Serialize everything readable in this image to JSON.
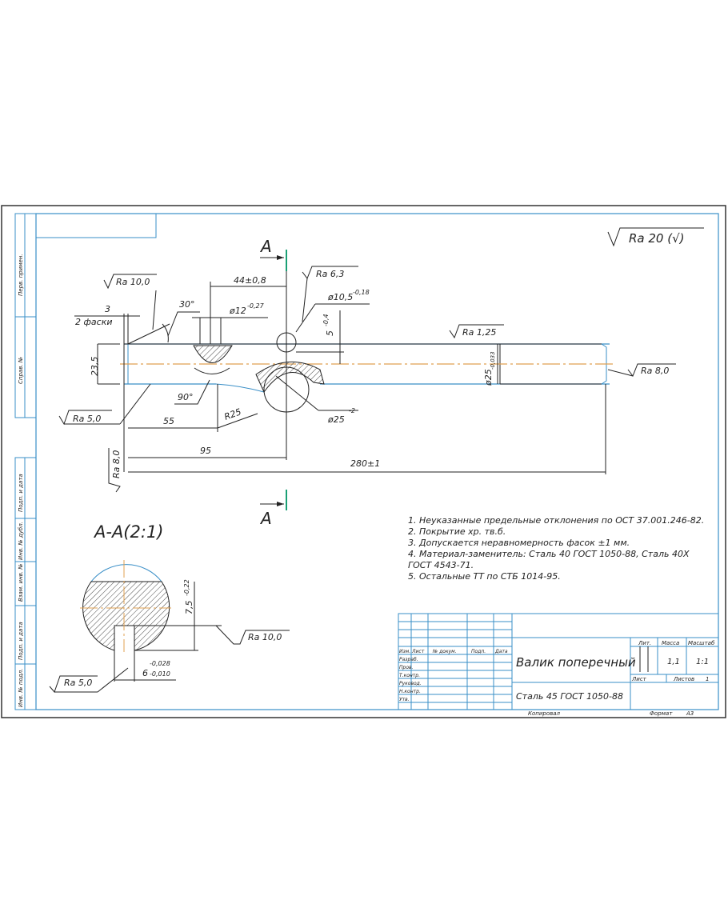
{
  "drawing": {
    "title": "Валик поперечный",
    "material": "Сталь 45 ГОСТ 1050-88",
    "roughness_default": "Ra 20 (√)",
    "section_label": "А-А(2:1)",
    "section_letter": "А",
    "copied_label": "Копировал",
    "format_label": "Формат",
    "format_value": "А3"
  },
  "side_stamp": [
    "Перв. примен.",
    "Справ. №",
    "Подп. и дата",
    "Инв. № дубл.",
    "Взам. инв. №",
    "Подп. и дата",
    "Инв. № подл."
  ],
  "dimensions": {
    "chamfer_count": "3",
    "chamfer_note": "2 фаски",
    "angle30": "30°",
    "angle90": "90°",
    "d44": "44±0,8",
    "d12": "ø12",
    "d12_tol": "-0,27",
    "d10_5": "ø10,5",
    "d10_5_tol": "-0,18",
    "d5": "5",
    "d5_tol": "-0,4",
    "h23_5": "23,5",
    "r25": "R25",
    "d25_hole": "ø25",
    "d25_hole_tol": "-2",
    "d25_shaft": "ø25",
    "d25_shaft_tol": "-0,033",
    "d55": "55",
    "d95": "95",
    "d280": "280±1",
    "s7_5": "7,5",
    "s7_5_tol": "-0,22",
    "s6": "6",
    "s6_tol_up": "-0,028",
    "s6_tol_low": "-0,010"
  },
  "roughness": {
    "ra10_top": "Ra 10,0",
    "ra6_3": "Ra 6,3",
    "ra1_25": "Ra 1,25",
    "ra8_end": "Ra 8,0",
    "ra5_left": "Ra 5,0",
    "ra8_vertical": "Ra 8,0",
    "ra10_section": "Ra 10,0",
    "ra5_section": "Ra 5,0"
  },
  "notes": [
    "1. Неуказанные предельные отклонения по ОСТ 37.001.246-82.",
    "2. Покрытие хр. тв.б.",
    "3. Допускается неравномерность фасок ±1 мм.",
    "4. Материал-заменитель: Сталь 40 ГОСТ 1050-88, Сталь 40Х",
    "ГОСТ 4543-71.",
    "5. Остальные ТТ по СТБ 1014-95."
  ],
  "title_block": {
    "headers": [
      "Изм.",
      "Лист",
      "№ докум.",
      "Подп.",
      "Дата"
    ],
    "roles": [
      "Разраб.",
      "Пров.",
      "Т.контр.",
      "Руковод.",
      "Н.контр.",
      "Утв."
    ],
    "lit_label": "Лит.",
    "mass_label": "Масса",
    "scale_label": "Масштаб",
    "mass_value": "1,1",
    "scale_value": "1:1",
    "sheet_label": "Лист",
    "sheets_label": "Листов",
    "sheets_value": "1"
  }
}
